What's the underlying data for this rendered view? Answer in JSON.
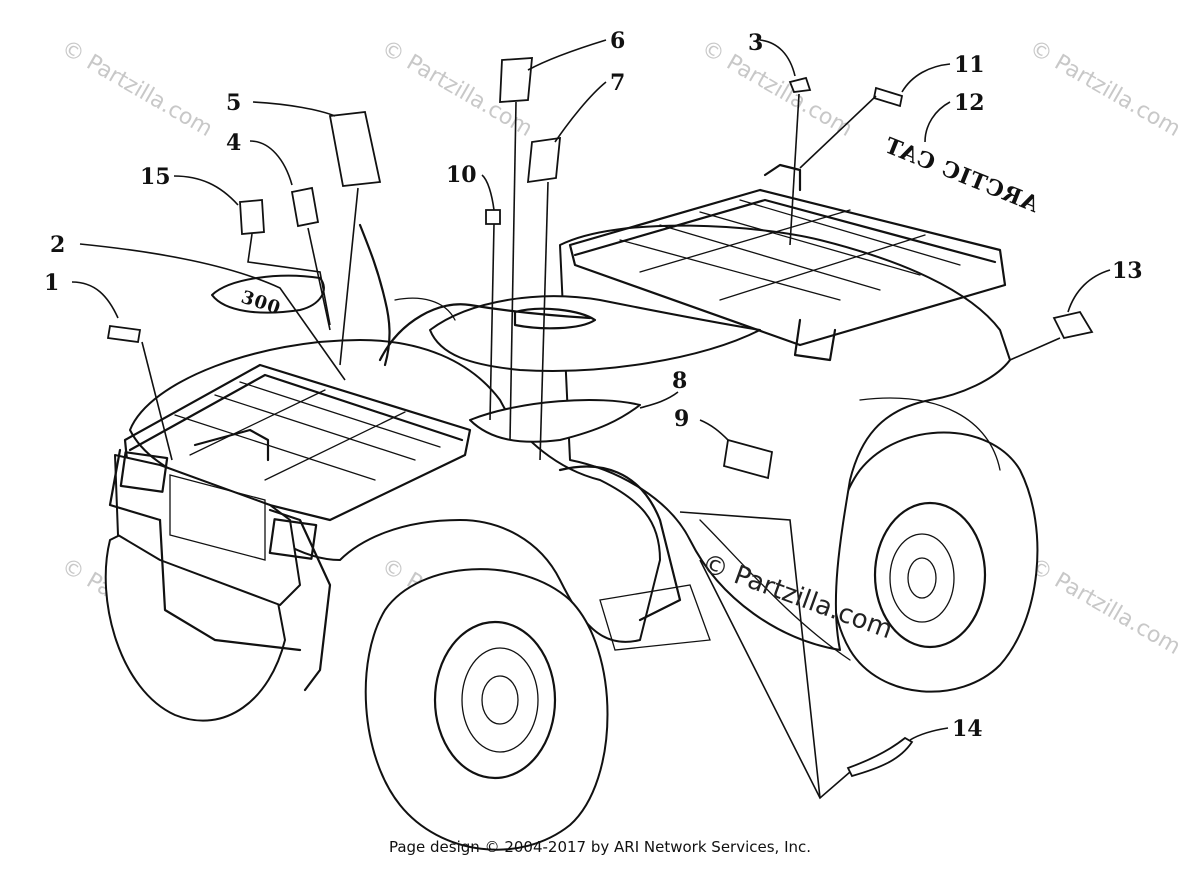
{
  "watermarks": {
    "repeat_text": "© Partzilla.com",
    "center_text": "© Partzilla.com"
  },
  "decal_text": {
    "rear_fender_brand": "ARCTIC CAT",
    "front_model_badge": "300"
  },
  "callouts": [
    {
      "id": "c1",
      "number": "1"
    },
    {
      "id": "c2",
      "number": "2"
    },
    {
      "id": "c3",
      "number": "3"
    },
    {
      "id": "c4",
      "number": "4"
    },
    {
      "id": "c5",
      "number": "5"
    },
    {
      "id": "c6",
      "number": "6"
    },
    {
      "id": "c7",
      "number": "7"
    },
    {
      "id": "c8",
      "number": "8"
    },
    {
      "id": "c9",
      "number": "9"
    },
    {
      "id": "c10",
      "number": "10"
    },
    {
      "id": "c11",
      "number": "11"
    },
    {
      "id": "c12",
      "number": "12"
    },
    {
      "id": "c13",
      "number": "13"
    },
    {
      "id": "c14",
      "number": "14"
    },
    {
      "id": "c15",
      "number": "15"
    }
  ],
  "footer": {
    "copyright": "Page design © 2004-2017 by ARI Network Services, Inc."
  }
}
